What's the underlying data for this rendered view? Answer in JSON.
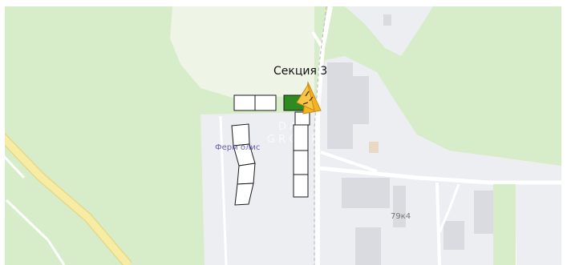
{
  "map": {
    "section_label": "Секция 3",
    "poi_label": "Ферм олис",
    "house_number": "79к4",
    "selected_section": "Секция 3",
    "colors": {
      "forest": "#d7ecc8",
      "open_field": "#eef4e6",
      "urban": "#eceef1",
      "building": "#d9dbe0",
      "road": "#ffffff",
      "highway": "#f7eca4",
      "section_selected": "#2e8b1f",
      "section_outline": "#1a1a1a",
      "marker": "#f4b323"
    },
    "icons": [
      "complex-marker-icon"
    ]
  }
}
